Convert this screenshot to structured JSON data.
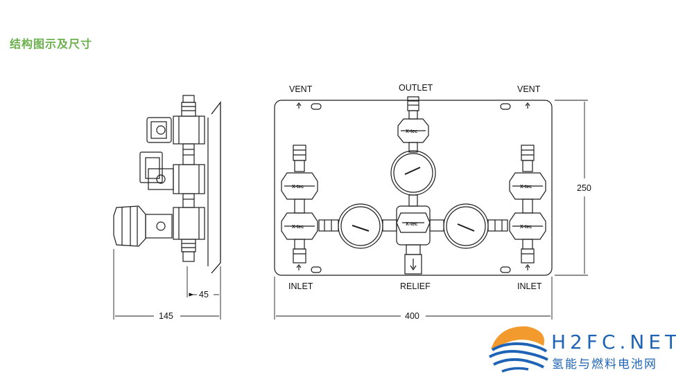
{
  "title": "结构图示及尺寸",
  "labels": {
    "vent_left": "VENT",
    "outlet": "OUTLET",
    "vent_right": "VENT",
    "inlet_left": "INLET",
    "relief": "RELIEF",
    "inlet_right": "INLET",
    "brand_knob": "X-tec"
  },
  "dimensions": {
    "side_depth": "45",
    "side_width": "145",
    "front_width": "400",
    "front_height": "250"
  },
  "watermark": {
    "name": "H2FC.NET",
    "subtitle": "氢能与燃料电池网"
  },
  "colors": {
    "title": "#6ab04c",
    "line": "#1a1a1a",
    "logo_blue": "#1e63b6",
    "logo_orange": "#f29a2e"
  }
}
